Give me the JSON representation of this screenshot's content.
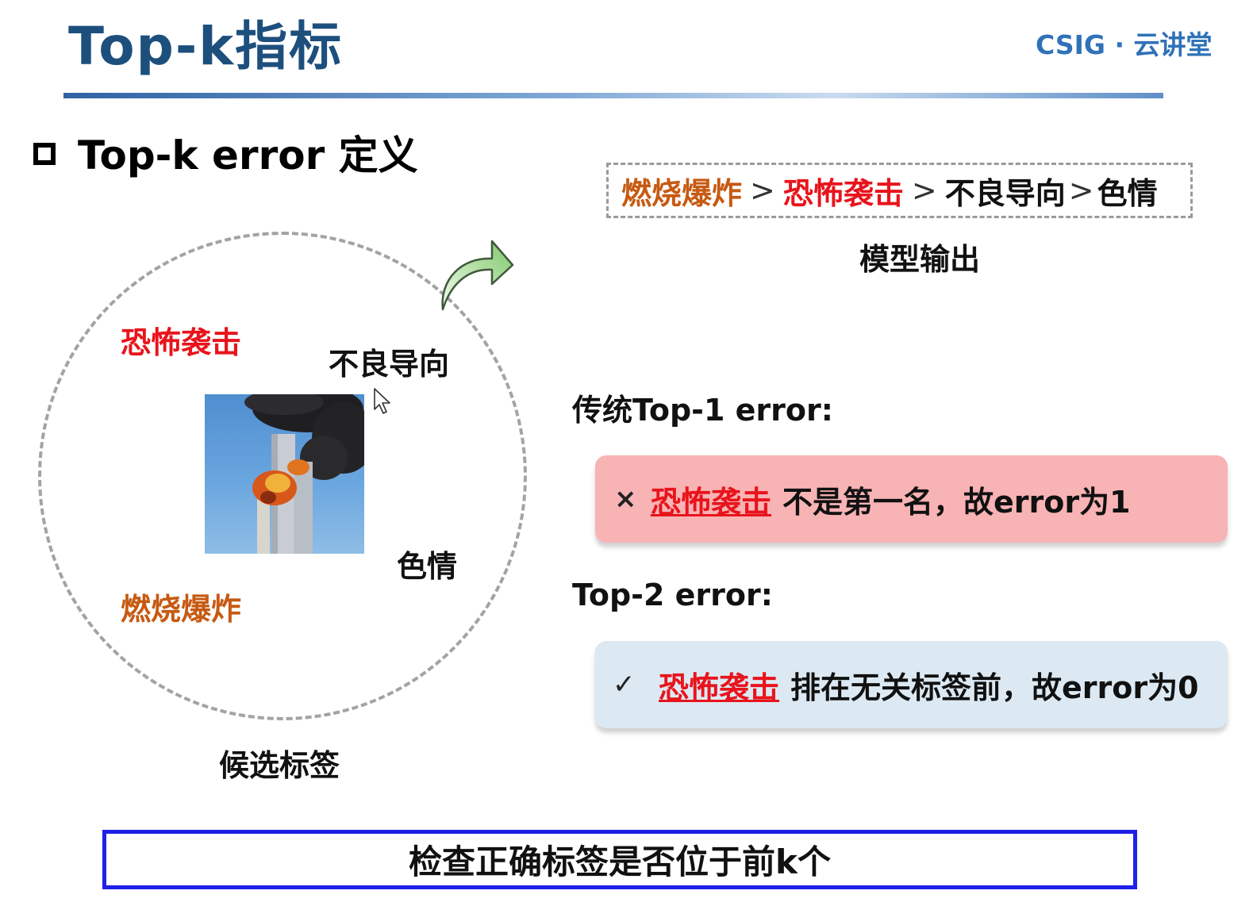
{
  "header": {
    "title": "Top-k指标",
    "logo": "CSIG · 云讲堂"
  },
  "section": {
    "heading": "Top-k error 定义"
  },
  "model_output": {
    "items": [
      "燃烧爆炸",
      "恐怖袭击",
      "不良导向",
      "色情"
    ],
    "separators": [
      ">",
      ">",
      ">"
    ],
    "caption": "模型输出"
  },
  "candidates": {
    "labels": {
      "terror": "恐怖袭击",
      "misleading": "不良导向",
      "explosion": "燃烧爆炸",
      "porn": "色情"
    },
    "caption": "候选标签"
  },
  "top1": {
    "heading": "传统Top-1 error:",
    "mark": "×",
    "keyword": "恐怖袭击",
    "text": "不是第一名，故error为1"
  },
  "top2": {
    "heading": "Top-2 error:",
    "mark": "✓",
    "keyword": "恐怖袭击",
    "text": "排在无关标签前，故error为0"
  },
  "conclusion": "检查正确标签是否位于前k个",
  "colors": {
    "title": "#1d4f7d",
    "orange": "#c65a12",
    "red": "#e8141c",
    "error_box": "#f8b3b5",
    "ok_box": "#dce9f3",
    "conclusion_border": "#1f20e8"
  }
}
